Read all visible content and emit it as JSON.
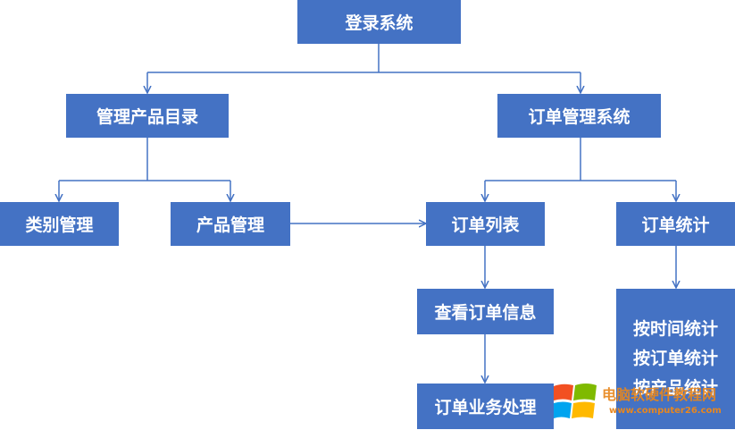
{
  "nodes": {
    "login": "登录系统",
    "manage_catalog": "管理产品目录",
    "order_management": "订单管理系统",
    "category_management": "类别管理",
    "product_management": "产品管理",
    "order_list": "订单列表",
    "order_stats": "订单统计",
    "view_order_info": "查看订单信息",
    "order_business": "订单业务处理",
    "stats_options": [
      "按时间统计",
      "按订单统计",
      "按产品统计"
    ]
  },
  "watermark": {
    "text": "电脑软硬件教程网",
    "url": "www.computer26.com"
  },
  "colors": {
    "node_fill": "#4472c4",
    "connector": "#4472c4",
    "watermark": "#e8871e"
  }
}
